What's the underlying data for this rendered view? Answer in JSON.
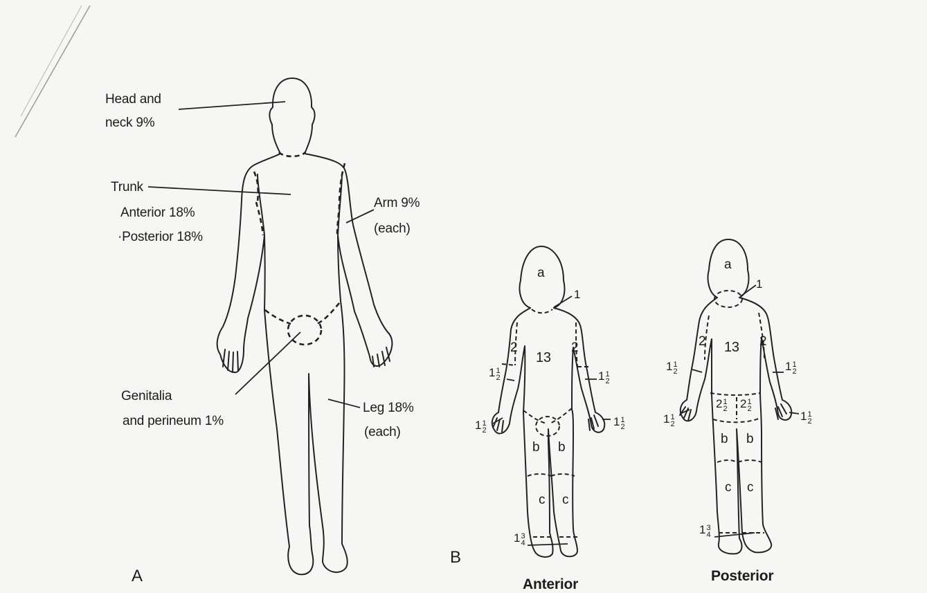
{
  "panel_a": {
    "letter": "A",
    "head_label": "Head and\nneck 9%",
    "trunk_label": "Trunk",
    "trunk_anterior": "Anterior 18%",
    "trunk_posterior": "·Posterior 18%",
    "arm_label": "Arm 9%",
    "arm_each": "(each)",
    "genitalia_label": "Genitalia",
    "perineum_label": "and perineum 1%",
    "leg_label": "Leg 18%",
    "leg_each": "(each)"
  },
  "panel_b": {
    "letter": "B",
    "anterior": {
      "title": "Anterior",
      "head": "a",
      "neck": "1",
      "trunk": "13",
      "upper_arm_left": "2",
      "upper_arm_right": "2",
      "thigh_left": "b",
      "thigh_right": "b",
      "leg_left": "c",
      "leg_right": "c",
      "forearm_whole": "1",
      "forearm_num": "1",
      "forearm_den": "2",
      "hand_whole": "1",
      "hand_num": "1",
      "hand_den": "2",
      "foot_whole": "1",
      "foot_num": "3",
      "foot_den": "4"
    },
    "posterior": {
      "title": "Posterior",
      "head": "a",
      "neck": "1",
      "trunk": "13",
      "upper_arm_left": "2",
      "upper_arm_right": "2",
      "buttock_whole": "2",
      "buttock_num": "1",
      "buttock_den": "2",
      "thigh_left": "b",
      "thigh_right": "b",
      "leg_left": "c",
      "leg_right": "c",
      "forearm_whole": "1",
      "forearm_num": "1",
      "forearm_den": "2",
      "hand_whole": "1",
      "hand_num": "1",
      "hand_den": "2",
      "foot_whole": "1",
      "foot_num": "3",
      "foot_den": "4"
    }
  },
  "colors": {
    "ink": "#1c1c1c",
    "paper": "#f6f6f4"
  }
}
